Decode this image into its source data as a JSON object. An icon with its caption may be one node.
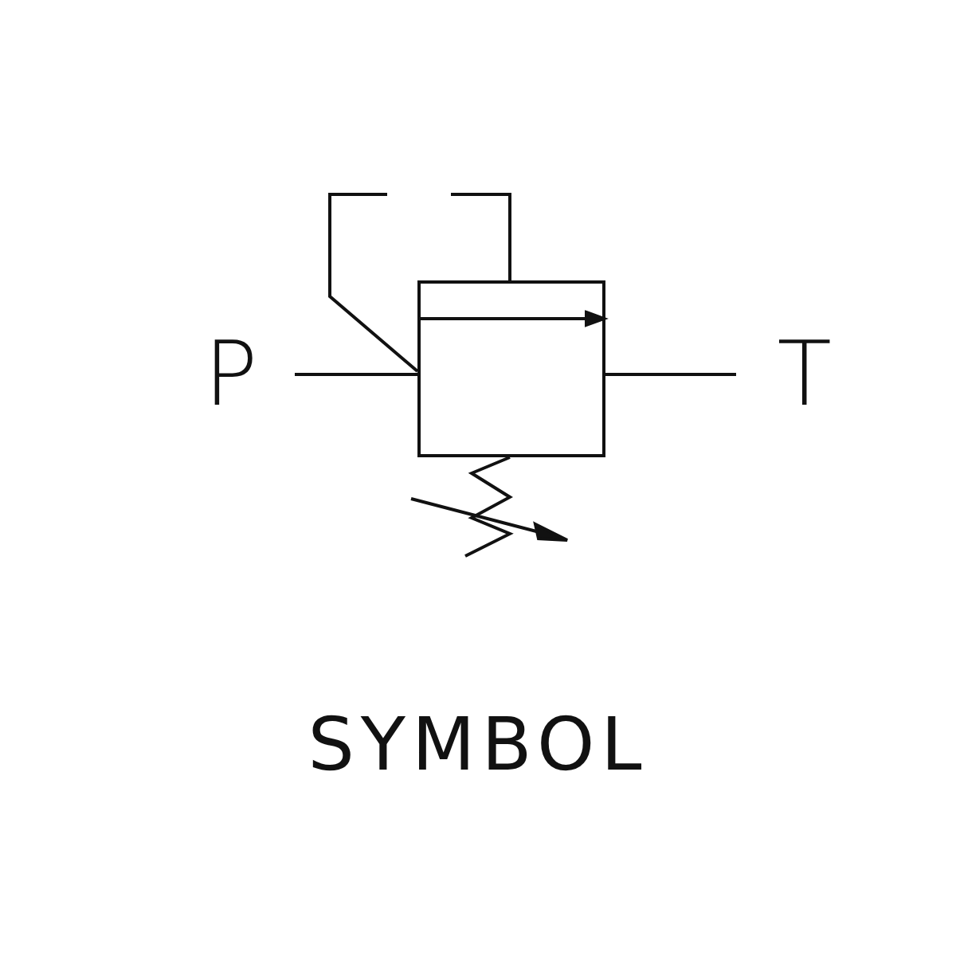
{
  "diagram": {
    "caption": "SYMBOL",
    "nodes": [
      {
        "text": [
          "P"
        ]
      },
      {
        "text": [],
        "shape": "box"
      },
      {
        "text": [
          "T"
        ]
      }
    ],
    "edges": [
      {
        "from": 0,
        "to": 1,
        "arrow": "none"
      },
      {
        "from": 1,
        "to": 2,
        "arrow": "none"
      }
    ]
  }
}
